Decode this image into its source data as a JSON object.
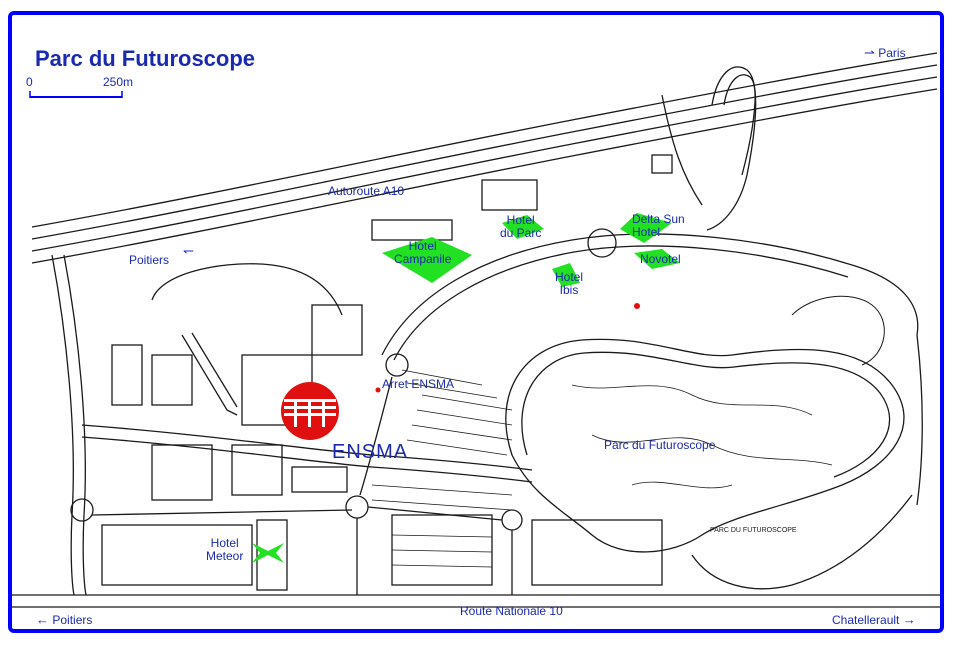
{
  "title": "Parc du Futuroscope",
  "scale": {
    "start": "0",
    "end": "250m"
  },
  "labels": {
    "paris": "Paris",
    "poitiers_top": "Poitiers",
    "autoroute": "Autoroute A10",
    "hotel_campanile_1": "Hotel",
    "hotel_campanile_2": "Campanile",
    "hotel_parc_1": "Hotel",
    "hotel_parc_2": "du Parc",
    "delta_sun_1": "Delta Sun",
    "delta_sun_2": "Hotel",
    "novotel": "Novotel",
    "hotel_ibis_1": "Hotel",
    "hotel_ibis_2": "Ibis",
    "arret_ensma": "Arret ENSMA",
    "ensma": "ENSMA",
    "parc_futuroscope": "Parc du Futuroscope",
    "hotel_meteor_1": "Hotel",
    "hotel_meteor_2": "Meteor",
    "poitiers_bottom": "Poitiers",
    "route_nationale": "Route Nationale 10",
    "chatellerault": "Chatellerault",
    "parc_map_caption": "PARC DU FUTUROSCOPE"
  },
  "colors": {
    "frame": "#0000ff",
    "label": "#1a2ab0",
    "hotel": "#22e022",
    "ensma_logo": "#e01010",
    "road": "#1a1a1a",
    "stop": "#e01010"
  },
  "icons": {
    "paris_arrow": "arrow-right-icon",
    "poitiers_top_arrow": "arrow-left-icon",
    "poitiers_bottom_arrow": "arrow-left-icon",
    "chatellerault_arrow": "arrow-right-icon"
  }
}
